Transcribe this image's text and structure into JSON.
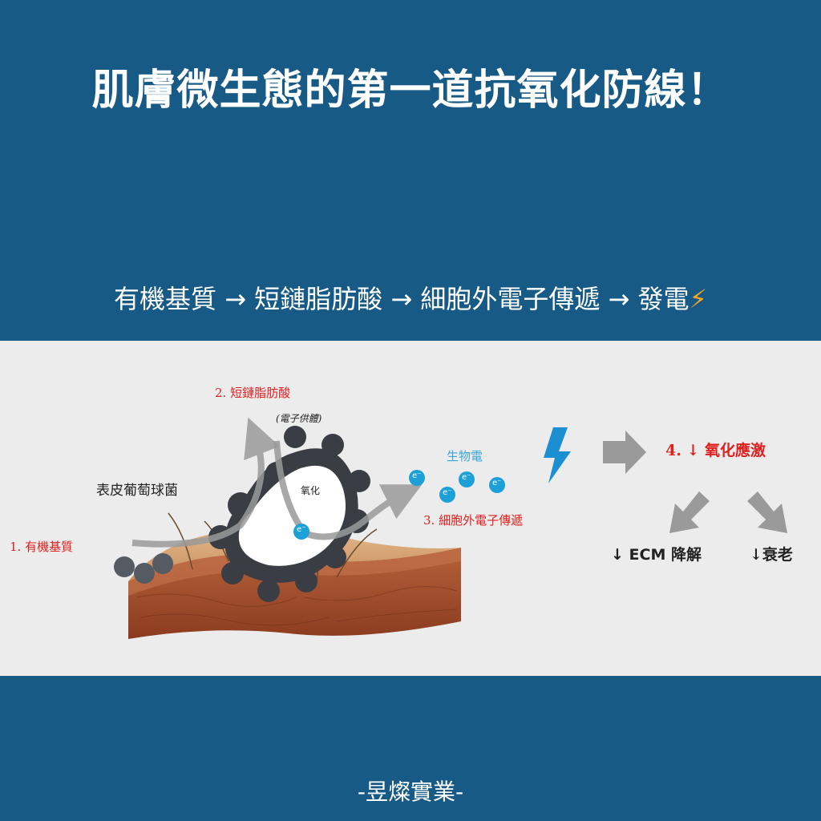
{
  "header": {
    "title": "肌膚微生態的第一道抗氧化防線！",
    "subtitle": "有機基質 → 短鏈脂肪酸 → 細胞外電子傳遞 → 發電",
    "subtitle_icon": "⚡"
  },
  "diagram": {
    "label_organic": "1. 有機基質",
    "label_scfa": "2. 短鏈脂肪酸",
    "label_electron_donor": "(電子供體)",
    "label_oxidation": "氧化",
    "label_bacteria": "表皮葡萄球菌",
    "label_bioelectric": "生物電",
    "label_eet": "3. 細胞外電子傳遞",
    "label_stress": "4. ↓ 氧化應激",
    "label_ecm": "↓ ECM 降解",
    "label_aging": "↓衰老",
    "electron_symbol": "e⁻",
    "colors": {
      "background": "#175a86",
      "panel": "#ececec",
      "red_label": "#e01f1f",
      "electron": "#1d9fd8",
      "bolt": "#1c8fd3",
      "arrow_gray": "#9a9a9a"
    }
  },
  "footer": {
    "brand": "-昱燦實業-"
  }
}
